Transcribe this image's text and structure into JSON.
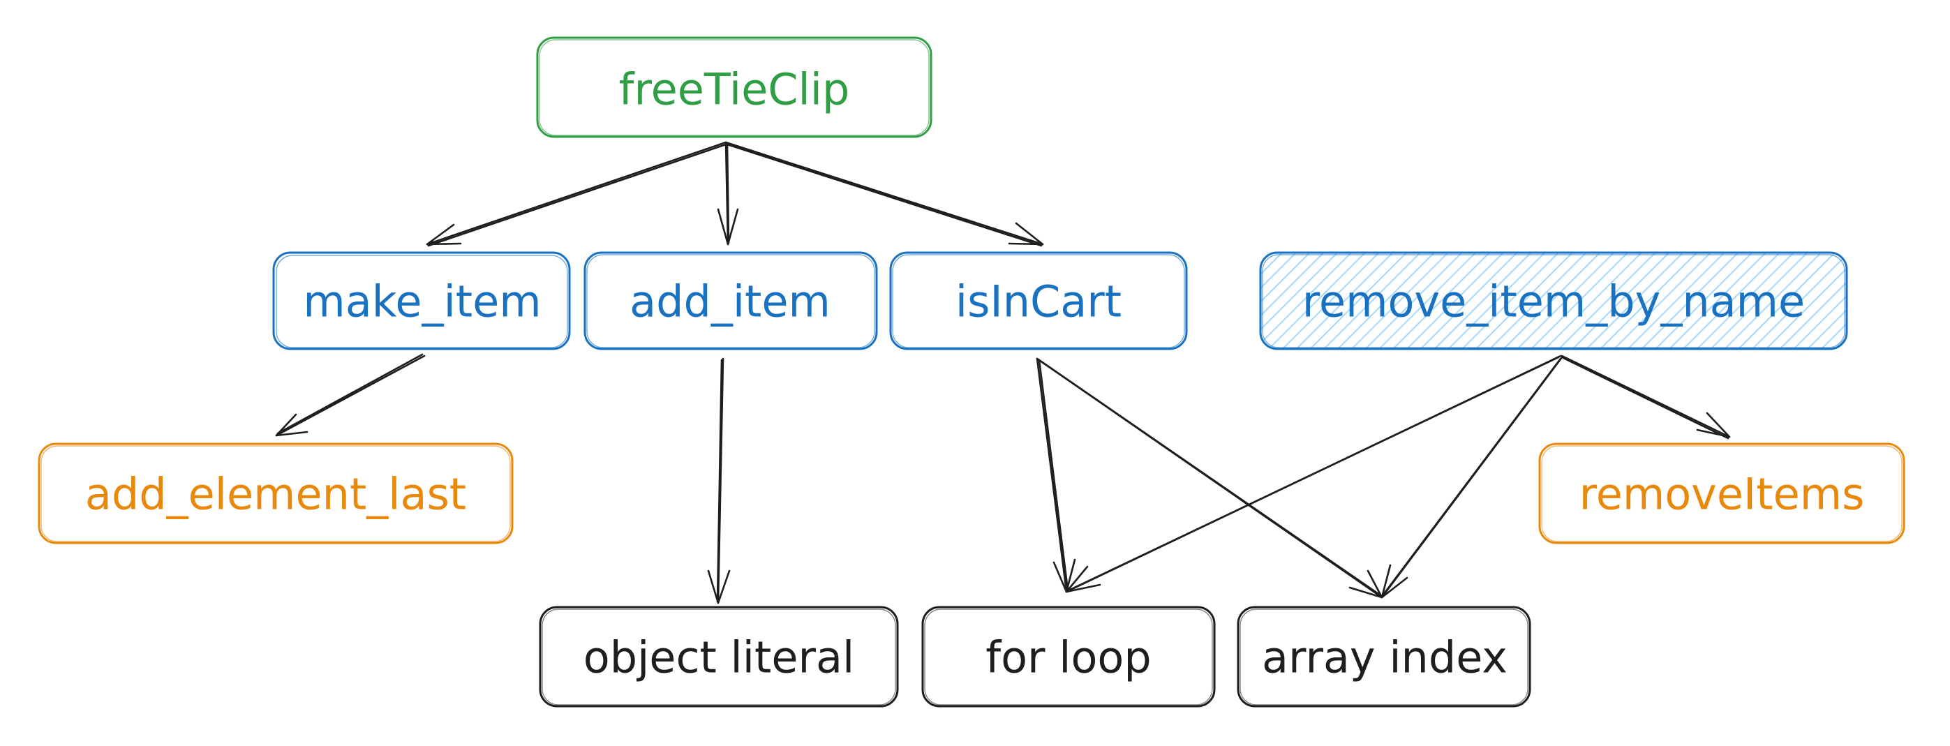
{
  "colors": {
    "root": "#2f9e44",
    "function": "#1971c2",
    "helper": "#e8890c",
    "concept": "#1e1e1e",
    "edge": "#1e1e1e",
    "hatch": "#a5d8ff"
  },
  "nodes": {
    "freeTieClip": {
      "label": "freeTieClip",
      "kind": "root"
    },
    "make_item": {
      "label": "make_item",
      "kind": "function"
    },
    "add_item": {
      "label": "add_item",
      "kind": "function"
    },
    "isInCart": {
      "label": "isInCart",
      "kind": "function"
    },
    "remove_item_by_name": {
      "label": "remove_item_by_name",
      "kind": "function",
      "fill": "hatched"
    },
    "add_element_last": {
      "label": "add_element_last",
      "kind": "helper"
    },
    "removeItems": {
      "label": "removeItems",
      "kind": "helper"
    },
    "object_literal": {
      "label": "object literal",
      "kind": "concept"
    },
    "for_loop": {
      "label": "for loop",
      "kind": "concept"
    },
    "array_index": {
      "label": "array index",
      "kind": "concept"
    }
  },
  "edges": [
    {
      "from": "freeTieClip",
      "to": "make_item"
    },
    {
      "from": "freeTieClip",
      "to": "add_item"
    },
    {
      "from": "freeTieClip",
      "to": "isInCart"
    },
    {
      "from": "make_item",
      "to": "add_element_last"
    },
    {
      "from": "add_item",
      "to": "object_literal"
    },
    {
      "from": "isInCart",
      "to": "for_loop"
    },
    {
      "from": "isInCart",
      "to": "array_index"
    },
    {
      "from": "remove_item_by_name",
      "to": "for_loop"
    },
    {
      "from": "remove_item_by_name",
      "to": "array_index"
    },
    {
      "from": "remove_item_by_name",
      "to": "removeItems"
    }
  ]
}
